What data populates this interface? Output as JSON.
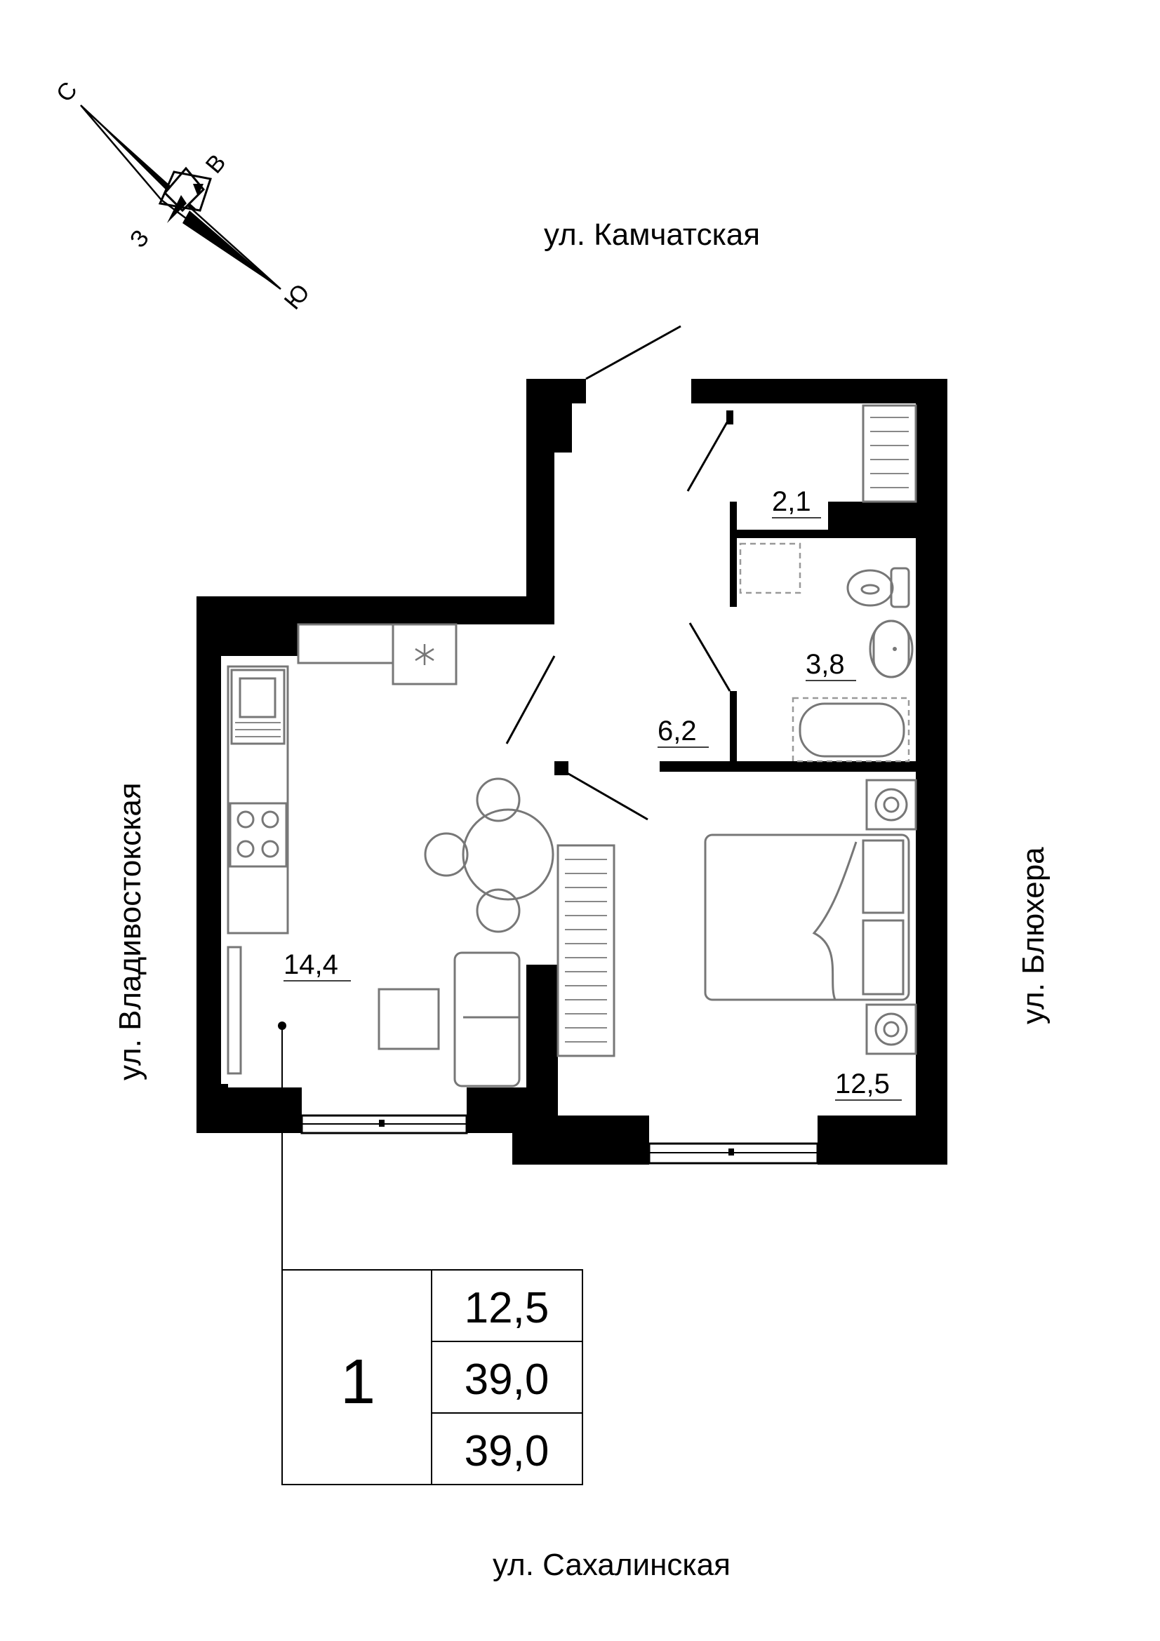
{
  "compass": {
    "north": "С",
    "east": "В",
    "south": "Ю",
    "west": "З"
  },
  "streets": {
    "top": "ул. Камчатская",
    "left": "ул. Владивостокская",
    "right": "ул. Блюхера",
    "bottom": "ул. Сахалинская"
  },
  "rooms": {
    "kitchen": "14,4",
    "bedroom": "12,5",
    "hall": "6,2",
    "bathroom": "3,8",
    "storage": "2,1"
  },
  "summary": {
    "rooms_count": "1",
    "living_area": "12,5",
    "total_area": "39,0",
    "total_area_with_balcony": "39,0"
  }
}
